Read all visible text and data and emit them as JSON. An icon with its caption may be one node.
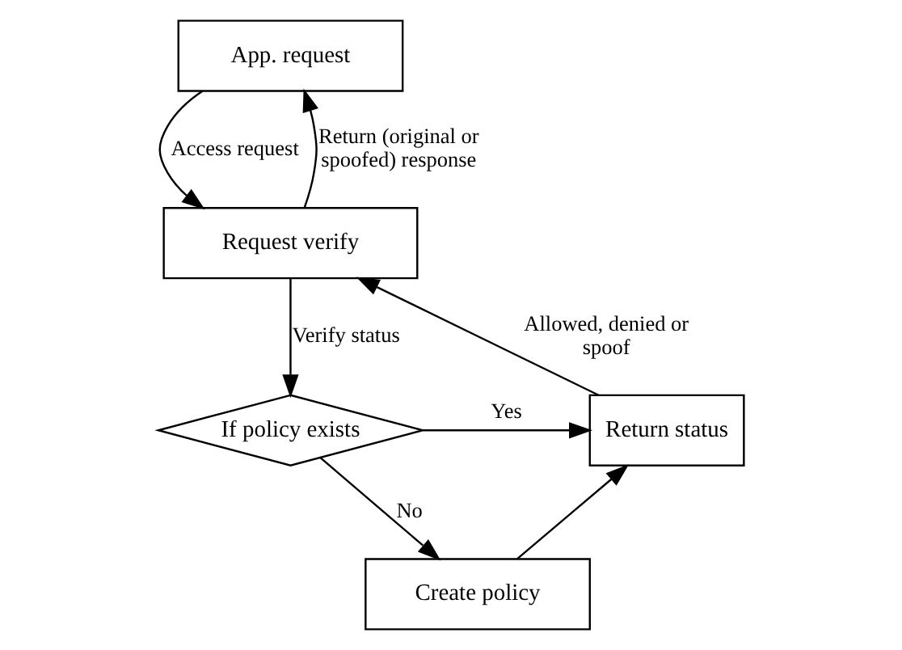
{
  "diagram": {
    "nodes": [
      {
        "text": [
          "App. request"
        ]
      },
      {
        "text": [
          "Request verify"
        ]
      },
      {
        "text": [
          "If policy exists"
        ]
      },
      {
        "text": [
          "Return status"
        ]
      },
      {
        "text": [
          "Create policy"
        ]
      }
    ],
    "edges": [
      {
        "from": 0,
        "to": 1,
        "arrow": "to",
        "label": "Access request"
      },
      {
        "from": 1,
        "to": 0,
        "arrow": "to",
        "label": "Return (original or spoofed) response"
      },
      {
        "from": 1,
        "to": 2,
        "arrow": "to",
        "label": "Verify status"
      },
      {
        "from": 2,
        "to": 3,
        "arrow": "to",
        "label": "Yes"
      },
      {
        "from": 2,
        "to": 4,
        "arrow": "to",
        "label": "No"
      },
      {
        "from": 4,
        "to": 3,
        "arrow": "to"
      },
      {
        "from": 3,
        "to": 1,
        "arrow": "to",
        "label": "Allowed, denied or spoof"
      }
    ]
  }
}
